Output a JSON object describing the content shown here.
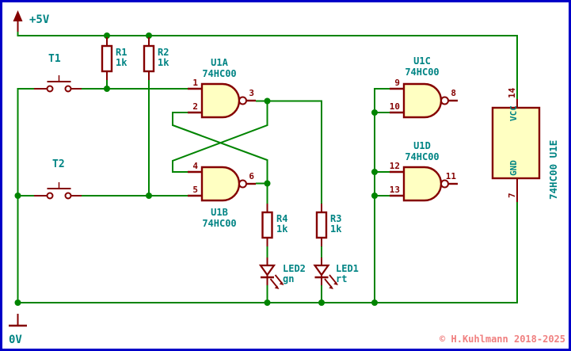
{
  "canvas": {
    "background": "#FFFFFF",
    "border_color": "#0000C8",
    "wire_color": "#008400",
    "symbol_color": "#840000",
    "label_color": "#008484",
    "body_fill": "#FFFFC2",
    "copyright_color": "#F08080"
  },
  "power": {
    "vcc": "+5V",
    "gnd": "0V"
  },
  "buttons": [
    {
      "ref": "T1"
    },
    {
      "ref": "T2"
    }
  ],
  "resistors": [
    {
      "ref": "R1",
      "value": "1k"
    },
    {
      "ref": "R2",
      "value": "1k"
    },
    {
      "ref": "R4",
      "value": "1k"
    },
    {
      "ref": "R3",
      "value": "1k"
    }
  ],
  "gates": [
    {
      "ref": "U1A",
      "part": "74HC00",
      "in1": "1",
      "in2": "2",
      "out": "3"
    },
    {
      "ref": "U1B",
      "part": "74HC00",
      "in1": "4",
      "in2": "5",
      "out": "6"
    },
    {
      "ref": "U1C",
      "part": "74HC00",
      "in1": "9",
      "in2": "10",
      "out": "8"
    },
    {
      "ref": "U1D",
      "part": "74HC00",
      "in1": "12",
      "in2": "13",
      "out": "11"
    }
  ],
  "power_unit": {
    "side_label": "74HC00  U1E",
    "vcc_pin": "14",
    "gnd_pin": "7",
    "vcc_text": "VCC",
    "gnd_text": "GND"
  },
  "leds": [
    {
      "ref": "LED2",
      "variant": "gn"
    },
    {
      "ref": "LED1",
      "variant": "rt"
    }
  ],
  "copyright": "© H.Kuhlmann 2018-2025"
}
